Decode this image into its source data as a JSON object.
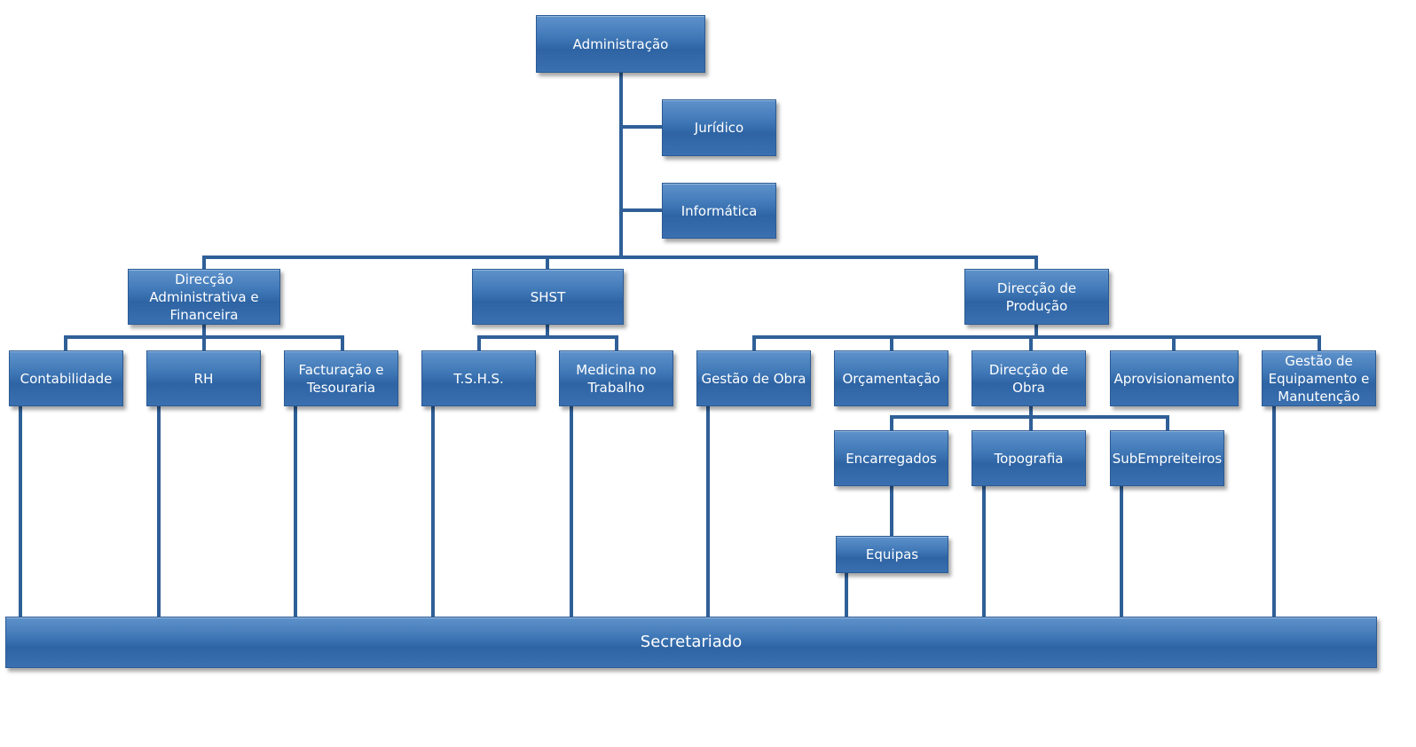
{
  "nodes": {
    "administracao": "Administração",
    "juridico": "Jurídico",
    "informatica": "Informática",
    "direccao_administrativa": "Direcção Administrativa e Financeira",
    "shst": "SHST",
    "direccao_producao": "Direcção de Produção",
    "contabilidade": "Contabilidade",
    "rh": "RH",
    "facturacao": "Facturação e Tesouraria",
    "tshs": "T.S.H.S.",
    "medicina": "Medicina no Trabalho",
    "gestao_obra": "Gestão de Obra",
    "orcamentacao": "Orçamentação",
    "direccao_obra": "Direcção de Obra",
    "aprovisionamento": "Aprovisionamento",
    "gestao_equipamento": "Gestão de Equipamento e Manutenção",
    "encarregados": "Encarregados",
    "topografia": "Topografia",
    "subempreiteiros": "SubEmpreiteiros",
    "equipas": "Equipas",
    "secretariado": "Secretariado"
  },
  "colors": {
    "box_fill": "#3a70b0",
    "connector": "#2f5f97"
  }
}
